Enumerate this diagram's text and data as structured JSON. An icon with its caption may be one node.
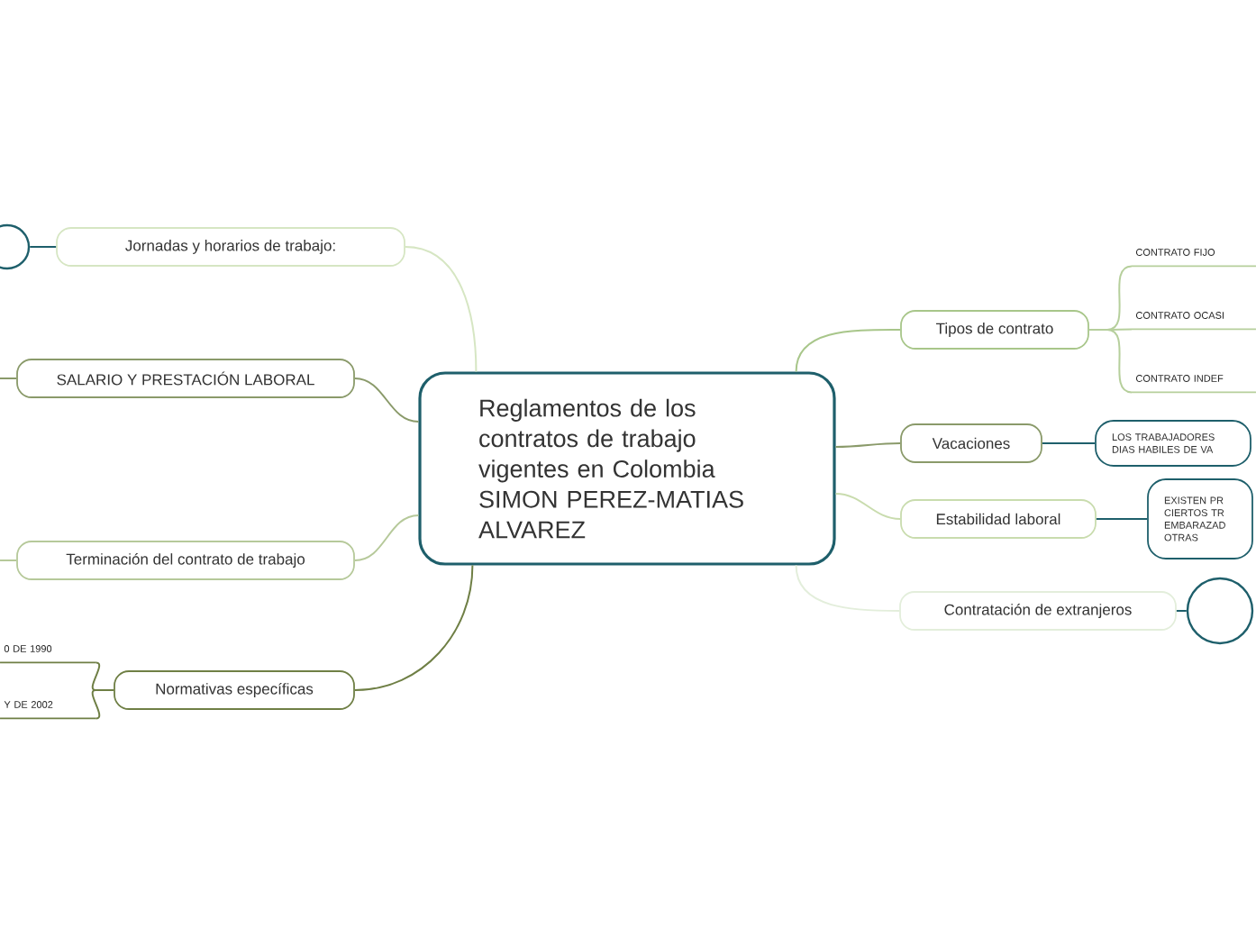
{
  "diagram": {
    "nodes": [
      {
        "text": [
          "Reglamentos de los contratos de trabajo vigentes en Colombia SIMON PEREZ-MATIAS ALVAREZ"
        ]
      },
      {
        "text": [
          "Jornadas y horarios de trabajo:"
        ]
      },
      {
        "text": [
          "SALARIO  Y PRESTACIÓN LABORAL"
        ]
      },
      {
        "text": [
          "Terminación del contrato de trabajo"
        ]
      },
      {
        "text": [
          "Normativas específicas"
        ]
      },
      {
        "text": [
          "Tipos de contrato"
        ]
      },
      {
        "text": [
          "Vacaciones"
        ]
      },
      {
        "text": [
          "Estabilidad laboral"
        ]
      },
      {
        "text": [
          "Contratación de extranjeros"
        ]
      },
      {
        "text": [
          "CONTRATO FIJO"
        ]
      },
      {
        "text": [
          "CONTRATO OCASI"
        ]
      },
      {
        "text": [
          "CONTRATO INDEF"
        ]
      },
      {
        "text": [
          "LOS TRABAJADORES DIAS HABILES DE VA"
        ]
      },
      {
        "text": [
          "EXISTEN PR CIERTOS TR EMBARAZAD OTRAS"
        ]
      },
      {
        "text": [],
        "shape": "circle"
      },
      {
        "text": [],
        "shape": "circle"
      },
      {
        "text": [
          "0 DE 1990"
        ]
      },
      {
        "text": [
          "Y DE 2002"
        ]
      }
    ],
    "edges": [
      {
        "from": 0,
        "to": 1,
        "arrow": "none",
        "color": "#d6e6c3"
      },
      {
        "from": 0,
        "to": 2,
        "arrow": "none",
        "color": "#8a9a6a"
      },
      {
        "from": 0,
        "to": 3,
        "arrow": "none",
        "color": "#b6c99a"
      },
      {
        "from": 0,
        "to": 4,
        "arrow": "none",
        "color": "#6f7f45"
      },
      {
        "from": 0,
        "to": 5,
        "arrow": "none",
        "color": "#a8c68a"
      },
      {
        "from": 0,
        "to": 6,
        "arrow": "none",
        "color": "#8a9a6a"
      },
      {
        "from": 0,
        "to": 7,
        "arrow": "none",
        "color": "#c9dcae"
      },
      {
        "from": 0,
        "to": 8,
        "arrow": "none",
        "color": "#e3eedb"
      },
      {
        "from": 1,
        "to": 15,
        "arrow": "none",
        "color": "#1e5f6b"
      },
      {
        "from": 2,
        "to": null,
        "arrow": "none",
        "color": "#8a9a6a"
      },
      {
        "from": 3,
        "to": null,
        "arrow": "none",
        "color": "#b6c99a"
      },
      {
        "from": 4,
        "to": 16,
        "arrow": "none",
        "color": "#6f7f45"
      },
      {
        "from": 4,
        "to": 17,
        "arrow": "none",
        "color": "#6f7f45"
      },
      {
        "from": 5,
        "to": 9,
        "arrow": "none",
        "color": "#b6cf9c"
      },
      {
        "from": 5,
        "to": 10,
        "arrow": "none",
        "color": "#b6cf9c"
      },
      {
        "from": 5,
        "to": 11,
        "arrow": "none",
        "color": "#b6cf9c"
      },
      {
        "from": 6,
        "to": 12,
        "arrow": "none",
        "color": "#1e5f6b"
      },
      {
        "from": 7,
        "to": 13,
        "arrow": "none",
        "color": "#1e5f6b"
      },
      {
        "from": 8,
        "to": 14,
        "arrow": "none",
        "color": "#1e5f6b"
      }
    ]
  }
}
